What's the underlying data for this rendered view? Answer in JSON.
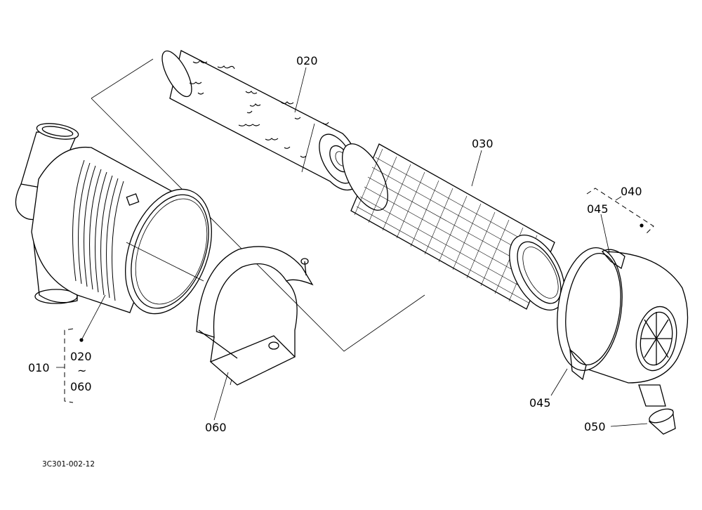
{
  "labels": {
    "p010": "010",
    "p020_top": "020",
    "p020_group": "020",
    "tilde": "~",
    "p060_group": "060",
    "p030": "030",
    "p040": "040",
    "p045_top": "045",
    "p045_bottom": "045",
    "p050": "050",
    "p060": "060"
  },
  "drawing_code": "3C301-002-12"
}
